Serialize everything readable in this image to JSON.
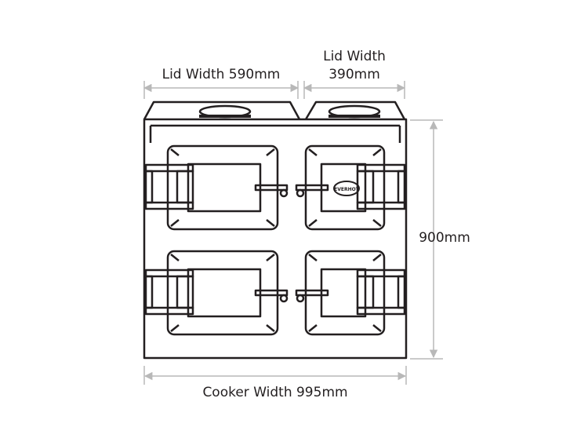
{
  "dimensions": {
    "lid_left_label": "Lid Width 590mm",
    "lid_right_label_line1": "Lid Width",
    "lid_right_label_line2": "390mm",
    "height_label": "900mm",
    "width_label": "Cooker Width 995mm"
  },
  "badge": {
    "text": "EVERHOT"
  },
  "colors": {
    "line": "#231f20",
    "dimension": "#b8b8b8",
    "background": "#ffffff"
  }
}
